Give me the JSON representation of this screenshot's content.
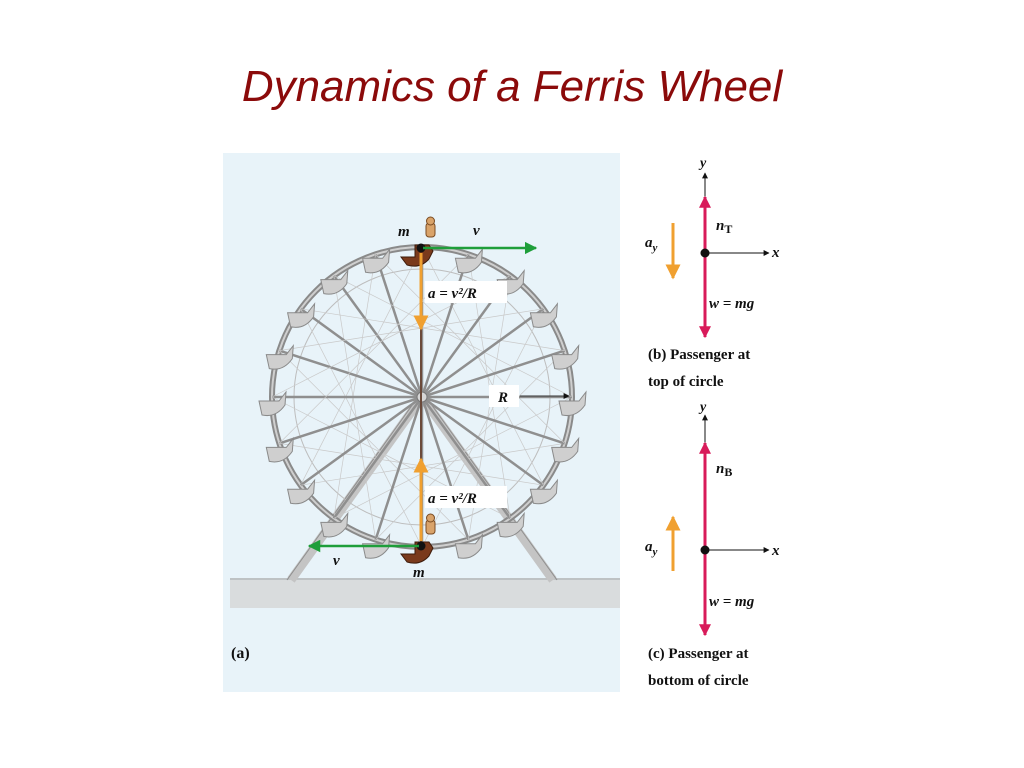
{
  "slide": {
    "title": "Dynamics of a Ferris Wheel"
  },
  "panel_a": {
    "label_top_mass": "m",
    "label_top_velocity": "v",
    "label_top_accel": "a = v²/R",
    "label_radius": "R",
    "label_bottom_accel": "a = v²/R",
    "label_bottom_velocity": "v",
    "label_bottom_mass": "m",
    "caption_tag": "(a)"
  },
  "panel_b": {
    "axis_y": "y",
    "axis_x": "x",
    "normal_force": "n",
    "normal_sub": "T",
    "accel": "a",
    "accel_sub": "y",
    "weight": "w = mg",
    "caption_tag": "(b)",
    "caption_line1": "Passenger at",
    "caption_line2": "top of circle"
  },
  "panel_c": {
    "axis_y": "y",
    "axis_x": "x",
    "normal_force": "n",
    "normal_sub": "B",
    "accel": "a",
    "accel_sub": "y",
    "weight": "w = mg",
    "caption_tag": "(c)",
    "caption_line1": "Passenger at",
    "caption_line2": "bottom of circle"
  },
  "colors": {
    "title": "#8b0a0a",
    "background": "#e8f3f9",
    "velocity_arrow": "#1e9e3a",
    "accel_arrow": "#f0a030",
    "force_arrow": "#d81b5a",
    "wheel": "#9a9a9a"
  }
}
